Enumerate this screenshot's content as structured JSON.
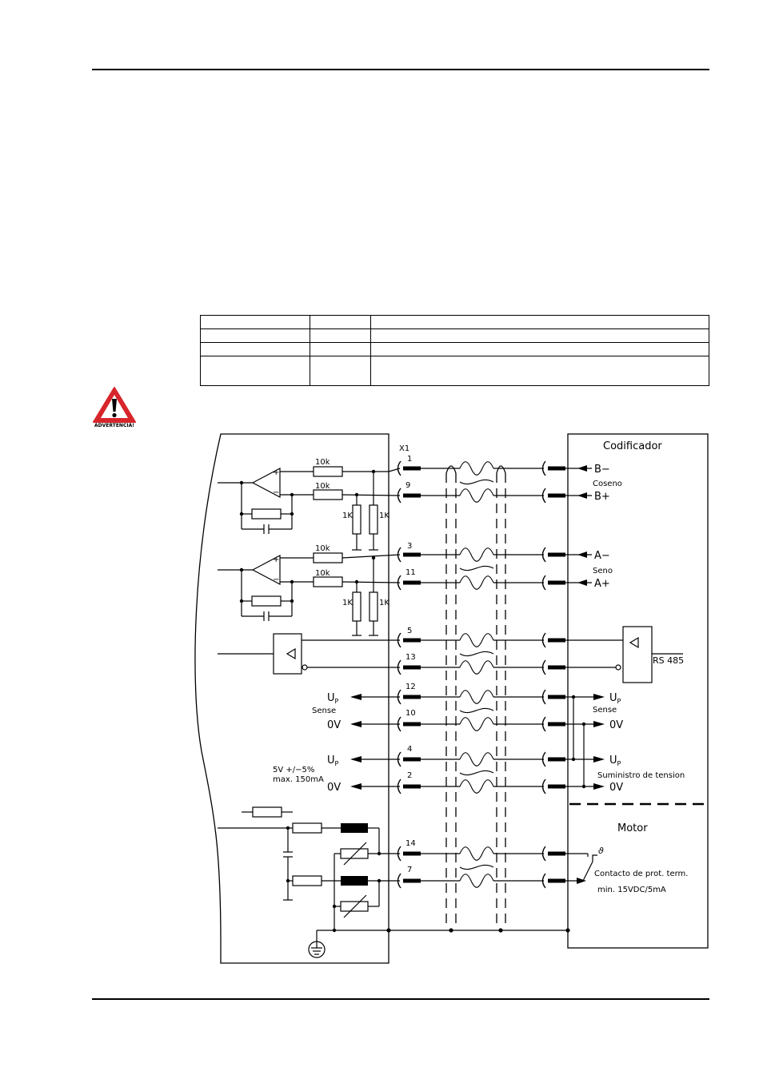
{
  "table": {
    "rows": [
      {
        "c1": "",
        "c2": "",
        "c3": ""
      },
      {
        "c1": "",
        "c2": "",
        "c3": ""
      },
      {
        "c1": "",
        "c2": "",
        "c3": ""
      },
      {
        "c1": "",
        "c2": "",
        "c3": ""
      }
    ]
  },
  "warning": {
    "label": "ADVERTENCIA!",
    "icon": "warning-triangle-icon",
    "color": "#d7262b"
  },
  "schematic": {
    "connector": "X1",
    "pins": [
      "1",
      "9",
      "3",
      "11",
      "5",
      "13",
      "12",
      "10",
      "4",
      "2",
      "14",
      "7"
    ],
    "resistors": {
      "r10k": "10k",
      "r1k": "1K"
    },
    "encoder_title": "Codificador",
    "cosine": "Coseno",
    "sine": "Seno",
    "b_minus": "B−",
    "b_plus": "B+",
    "a_minus": "A−",
    "a_plus": "A+",
    "rs485": "RS 485",
    "up": "U",
    "up_sub": "P",
    "zero_v": "0V",
    "sense": "Sense",
    "supply": "Suministro de tension",
    "spec_line1": "5V +/−5%",
    "spec_line2": "max. 150mA",
    "motor_title": "Motor",
    "thermal_line1": "Contacto de prot. term.",
    "thermal_line2": "min. 15VDC/5mA"
  }
}
